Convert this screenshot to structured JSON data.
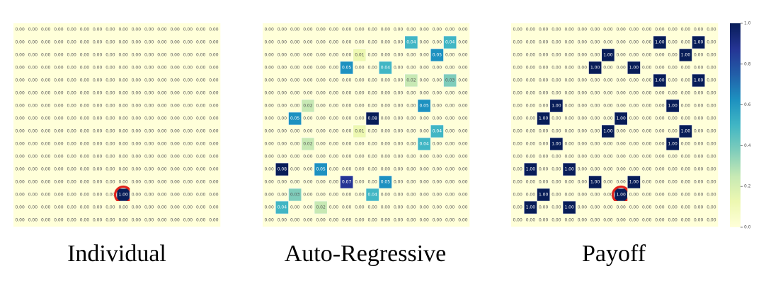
{
  "chart_data": [
    {
      "type": "heatmap",
      "title": "Individual",
      "rows": 16,
      "cols": 16,
      "value_format": "0.00",
      "vmin": 0.0,
      "vmax": 1.0,
      "default_value": 0.0,
      "nonzero_cells": [
        {
          "row": 13,
          "col": 8,
          "value": 1.0,
          "highlighted": true
        }
      ]
    },
    {
      "type": "heatmap",
      "title": "Auto-Regressive",
      "rows": 16,
      "cols": 16,
      "value_format": "0.00",
      "vmin": 0.0,
      "vmax": 0.08,
      "default_value": 0.0,
      "nonzero_cells": [
        {
          "row": 1,
          "col": 11,
          "value": 0.04
        },
        {
          "row": 1,
          "col": 14,
          "value": 0.04
        },
        {
          "row": 2,
          "col": 7,
          "value": 0.01
        },
        {
          "row": 2,
          "col": 13,
          "value": 0.05
        },
        {
          "row": 3,
          "col": 6,
          "value": 0.05
        },
        {
          "row": 3,
          "col": 9,
          "value": 0.04
        },
        {
          "row": 4,
          "col": 11,
          "value": 0.02
        },
        {
          "row": 4,
          "col": 14,
          "value": 0.03
        },
        {
          "row": 6,
          "col": 3,
          "value": 0.02
        },
        {
          "row": 6,
          "col": 12,
          "value": 0.05
        },
        {
          "row": 7,
          "col": 2,
          "value": 0.05
        },
        {
          "row": 7,
          "col": 8,
          "value": 0.08
        },
        {
          "row": 8,
          "col": 7,
          "value": 0.01
        },
        {
          "row": 8,
          "col": 13,
          "value": 0.04
        },
        {
          "row": 9,
          "col": 3,
          "value": 0.02
        },
        {
          "row": 9,
          "col": 12,
          "value": 0.04
        },
        {
          "row": 11,
          "col": 1,
          "value": 0.08
        },
        {
          "row": 11,
          "col": 4,
          "value": 0.05
        },
        {
          "row": 12,
          "col": 6,
          "value": 0.07
        },
        {
          "row": 12,
          "col": 9,
          "value": 0.05
        },
        {
          "row": 13,
          "col": 2,
          "value": 0.03
        },
        {
          "row": 13,
          "col": 8,
          "value": 0.04
        },
        {
          "row": 14,
          "col": 1,
          "value": 0.04
        },
        {
          "row": 14,
          "col": 4,
          "value": 0.02
        }
      ]
    },
    {
      "type": "heatmap",
      "title": "Payoff",
      "rows": 16,
      "cols": 16,
      "value_format": "0.00",
      "vmin": 0.0,
      "vmax": 1.0,
      "default_value": 0.0,
      "nonzero_cells": [
        {
          "row": 1,
          "col": 11,
          "value": 1.0
        },
        {
          "row": 1,
          "col": 14,
          "value": 1.0
        },
        {
          "row": 2,
          "col": 7,
          "value": 1.0
        },
        {
          "row": 2,
          "col": 13,
          "value": 1.0
        },
        {
          "row": 3,
          "col": 6,
          "value": 1.0
        },
        {
          "row": 3,
          "col": 9,
          "value": 1.0
        },
        {
          "row": 4,
          "col": 11,
          "value": 1.0
        },
        {
          "row": 4,
          "col": 14,
          "value": 1.0
        },
        {
          "row": 6,
          "col": 3,
          "value": 1.0
        },
        {
          "row": 6,
          "col": 12,
          "value": 1.0
        },
        {
          "row": 7,
          "col": 2,
          "value": 1.0
        },
        {
          "row": 7,
          "col": 8,
          "value": 1.0
        },
        {
          "row": 8,
          "col": 7,
          "value": 1.0
        },
        {
          "row": 8,
          "col": 13,
          "value": 1.0
        },
        {
          "row": 9,
          "col": 3,
          "value": 1.0
        },
        {
          "row": 9,
          "col": 12,
          "value": 1.0
        },
        {
          "row": 11,
          "col": 1,
          "value": 1.0
        },
        {
          "row": 11,
          "col": 4,
          "value": 1.0
        },
        {
          "row": 12,
          "col": 6,
          "value": 1.0
        },
        {
          "row": 12,
          "col": 9,
          "value": 1.0
        },
        {
          "row": 13,
          "col": 2,
          "value": 1.0
        },
        {
          "row": 13,
          "col": 8,
          "value": 1.0,
          "highlighted": true
        },
        {
          "row": 14,
          "col": 1,
          "value": 1.0
        },
        {
          "row": 14,
          "col": 4,
          "value": 1.0
        }
      ]
    }
  ],
  "colorbar": {
    "colormap": "YlGnBu",
    "range": [
      0.0,
      1.0
    ],
    "ticks": [
      "0.0",
      "0.2",
      "0.4",
      "0.6",
      "0.8",
      "1.0"
    ],
    "tick_values": [
      0.0,
      0.2,
      0.4,
      0.6,
      0.8,
      1.0
    ]
  },
  "colors": {
    "highlight_circle": "#e0231c",
    "low_text": "#555555",
    "high_text": "#ffffff",
    "colormap_stops": [
      "#ffffd9",
      "#edf8b1",
      "#c7e9b4",
      "#7fcdbb",
      "#41b6c4",
      "#1d91c0",
      "#225ea8",
      "#253494",
      "#081d58"
    ]
  },
  "labels": {
    "panel_0": "Individual",
    "panel_1": "Auto-Regressive",
    "panel_2": "Payoff"
  }
}
